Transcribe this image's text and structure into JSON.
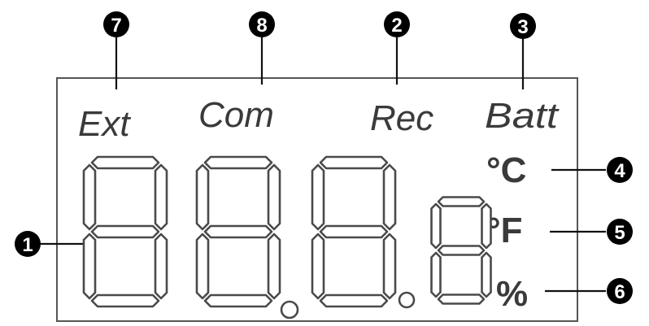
{
  "indicators": {
    "ext": "Ext",
    "com": "Com",
    "rec": "Rec",
    "batt": "Batt"
  },
  "units": {
    "celsius": "°C",
    "fahrenheit": "°F",
    "percent": "%"
  },
  "callouts": {
    "c1": "1",
    "c2": "2",
    "c3": "3",
    "c4": "4",
    "c5": "5",
    "c6": "6",
    "c7": "7",
    "c8": "8"
  },
  "colors": {
    "outline": "#4a4a4a",
    "callout_fill": "#000000",
    "label_text": "#3a3a3a"
  }
}
